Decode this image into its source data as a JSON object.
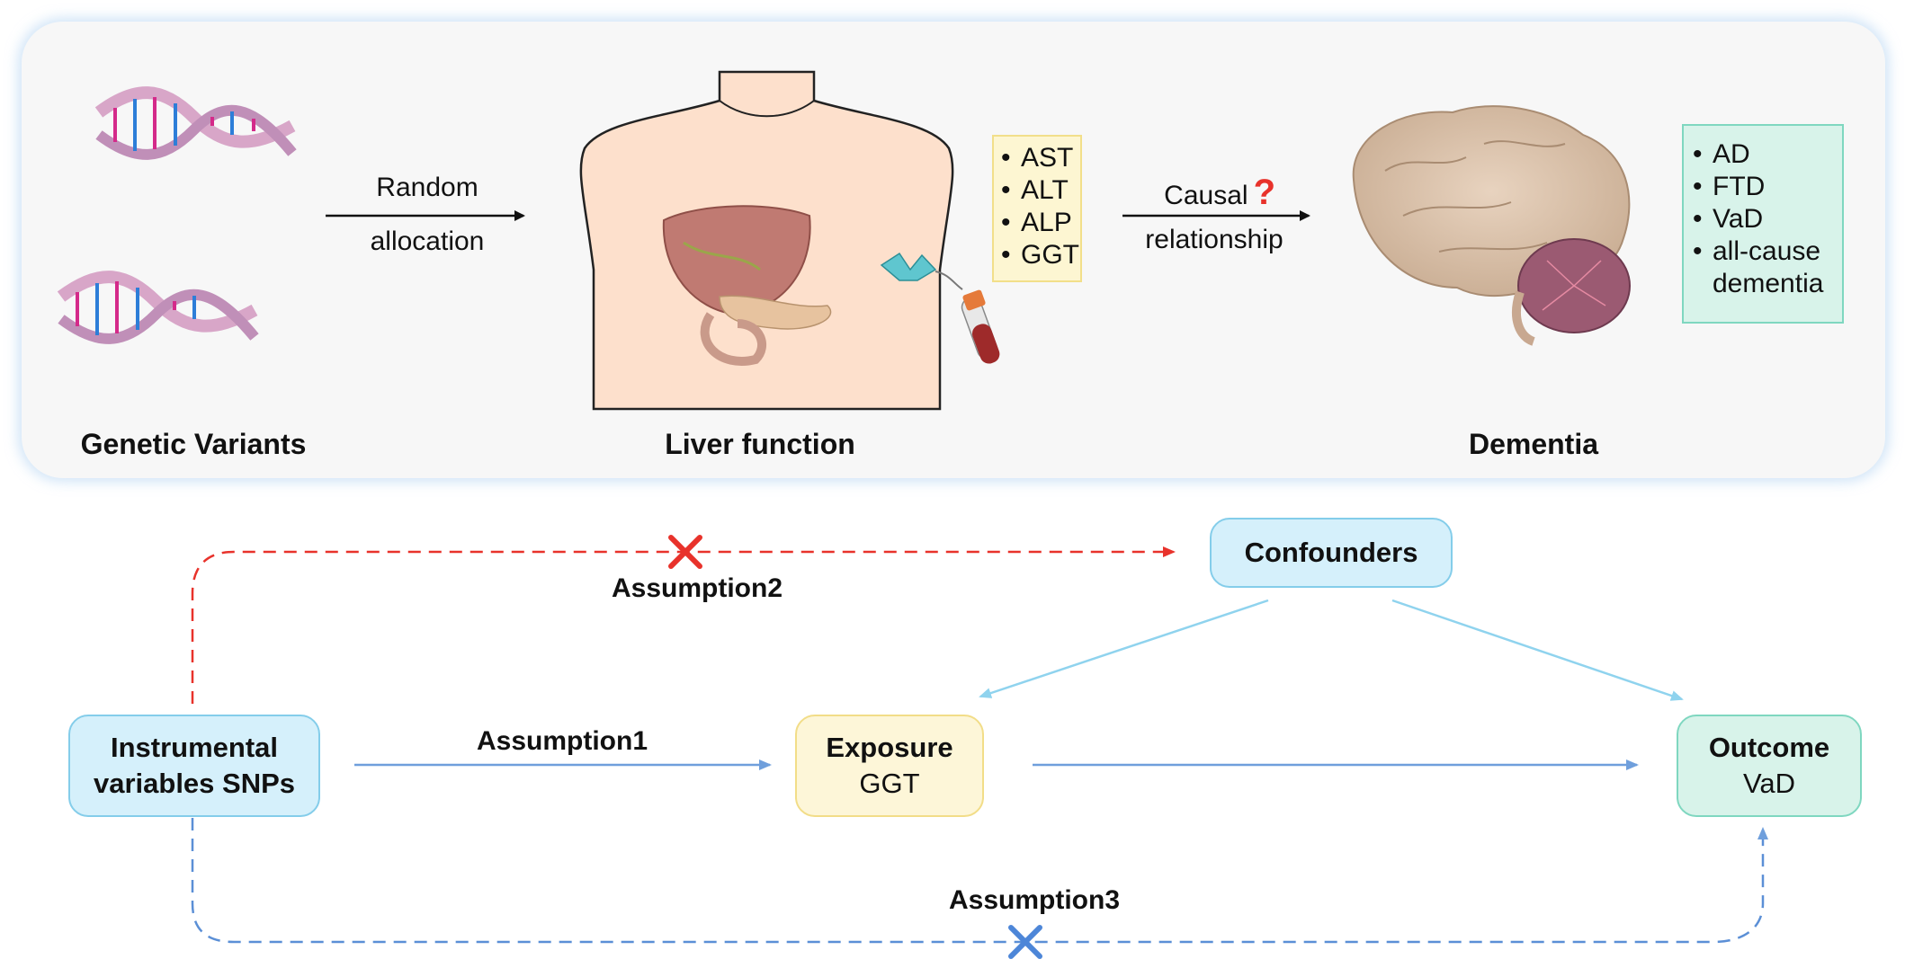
{
  "top_panel": {
    "genetic_label": "Genetic Variants",
    "liver_label": "Liver function",
    "dementia_label": "Dementia",
    "arrow1_line1": "Random",
    "arrow1_line2": "allocation",
    "arrow2_line1": "Causal",
    "arrow2_question": "?",
    "arrow2_line2": "relationship",
    "liver_markers": [
      "AST",
      "ALT",
      "ALP",
      "GGT"
    ],
    "dementia_types": [
      "AD",
      "FTD",
      "VaD",
      "all-cause dementia"
    ]
  },
  "diagram": {
    "instrument_line1": "Instrumental",
    "instrument_line2": "variables SNPs",
    "exposure_title": "Exposure",
    "exposure_value": "GGT",
    "outcome_title": "Outcome",
    "outcome_value": "VaD",
    "confounders": "Confounders",
    "assumption1": "Assumption1",
    "assumption2": "Assumption2",
    "assumption3": "Assumption3"
  },
  "colors": {
    "red_dashed": "#e8322b",
    "blue_solid": "#6f9fdc",
    "blue_dashed": "#5b8fd6",
    "light_blue": "#8fd3ee",
    "marker_box": "#fdf6d2",
    "dementia_box": "#d8f3ea",
    "instrument_box": "#d5f0fb",
    "exposure_box": "#fdf6d8",
    "outcome_box": "#d8f3ea"
  }
}
